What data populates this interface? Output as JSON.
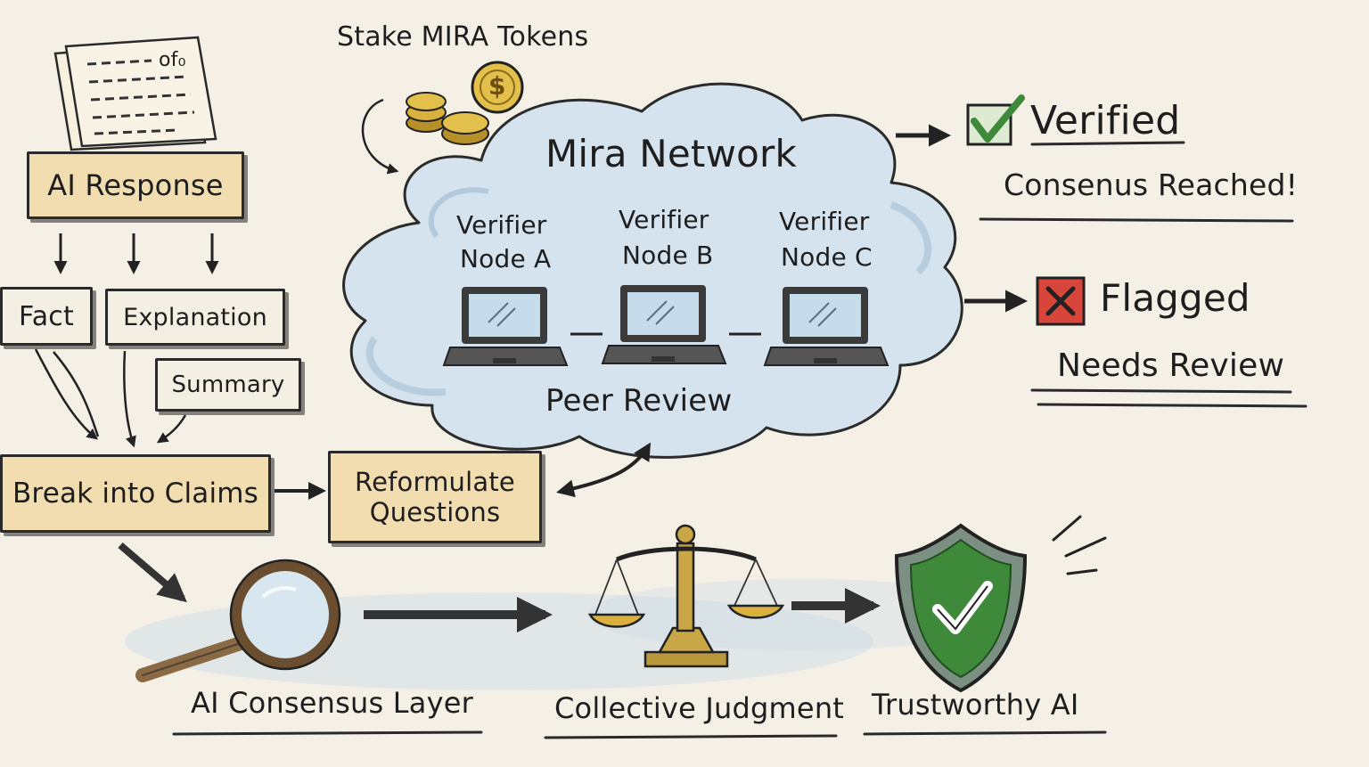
{
  "stake": {
    "label": "Stake MIRA Tokens",
    "coin_symbol": "$"
  },
  "document": {
    "caption": "of₀"
  },
  "ai_response": {
    "label": "AI Response"
  },
  "claim_types": [
    "Fact",
    "Explanation",
    "Summary"
  ],
  "break_claims": {
    "label": "Break into Claims"
  },
  "reformulate": {
    "line1": "Reformulate",
    "line2": "Questions"
  },
  "network": {
    "title": "Mira Network",
    "nodes": [
      {
        "line1": "Verifier",
        "line2": "Node A"
      },
      {
        "line1": "Verifier",
        "line2": "Node B"
      },
      {
        "line1": "Verifier",
        "line2": "Node C"
      }
    ],
    "peer_review": "Peer Review"
  },
  "outcomes": {
    "verified": {
      "title": "Verified",
      "subtitle": "Consenus Reached!"
    },
    "flagged": {
      "title": "Flagged",
      "subtitle": "Needs Review"
    }
  },
  "bottom": {
    "consensus_layer": "AI Consensus Layer",
    "collective_judgment": "Collective Judgment",
    "trustworthy_ai": "Trustworthy AI"
  },
  "colors": {
    "paper": "#f4f0e6",
    "tan_box": "#f2ddb0",
    "ink": "#1e1e1e",
    "cloud_blue": "#bcd4e6",
    "check_green": "#3f8a3a",
    "flag_red": "#d8453b",
    "gold": "#d9b13c",
    "brass": "#b8973d",
    "wood": "#8a6a45"
  }
}
